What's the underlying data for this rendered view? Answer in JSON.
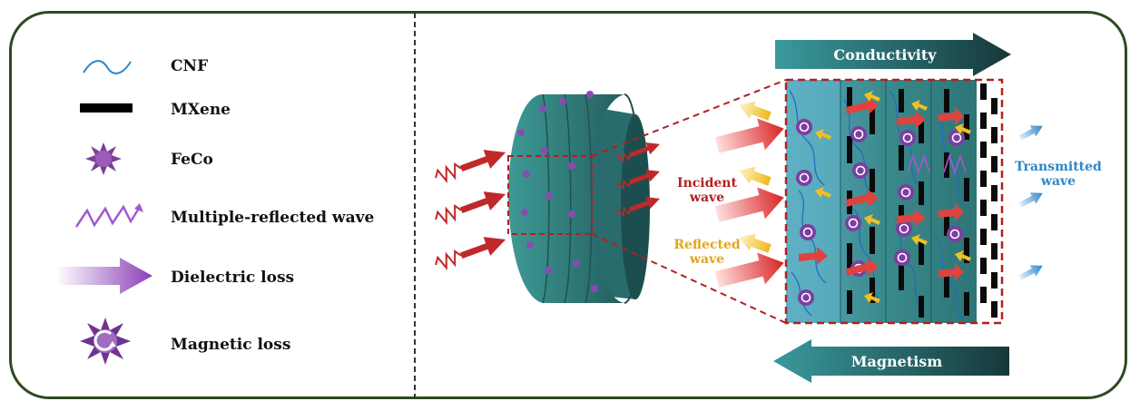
{
  "legend": {
    "cnf": "CNF",
    "mxene": "MXene",
    "feco": "FeCo",
    "multiple_reflected": "Multiple-reflected wave",
    "dielectric_loss": "Dielectric loss",
    "magnetic_loss": "Magnetic loss"
  },
  "labels": {
    "conductivity": "Conductivity",
    "magnetism": "Magnetism",
    "incident_line1": "Incident",
    "incident_line2": "wave",
    "reflected_line1": "Reflected",
    "reflected_line2": "wave",
    "transmitted_line1": "Transmitted",
    "transmitted_line2": "wave"
  },
  "colors": {
    "frame": "#2f4a1f",
    "teal": "#2b7f82",
    "teal_dark": "#1b4f52",
    "incident_red": "#d92d2d",
    "reflected_yellow": "#e8b52a",
    "transmitted_blue": "#2f86c8",
    "purple": "#8c4aa8",
    "box_dashed": "#b12020"
  }
}
